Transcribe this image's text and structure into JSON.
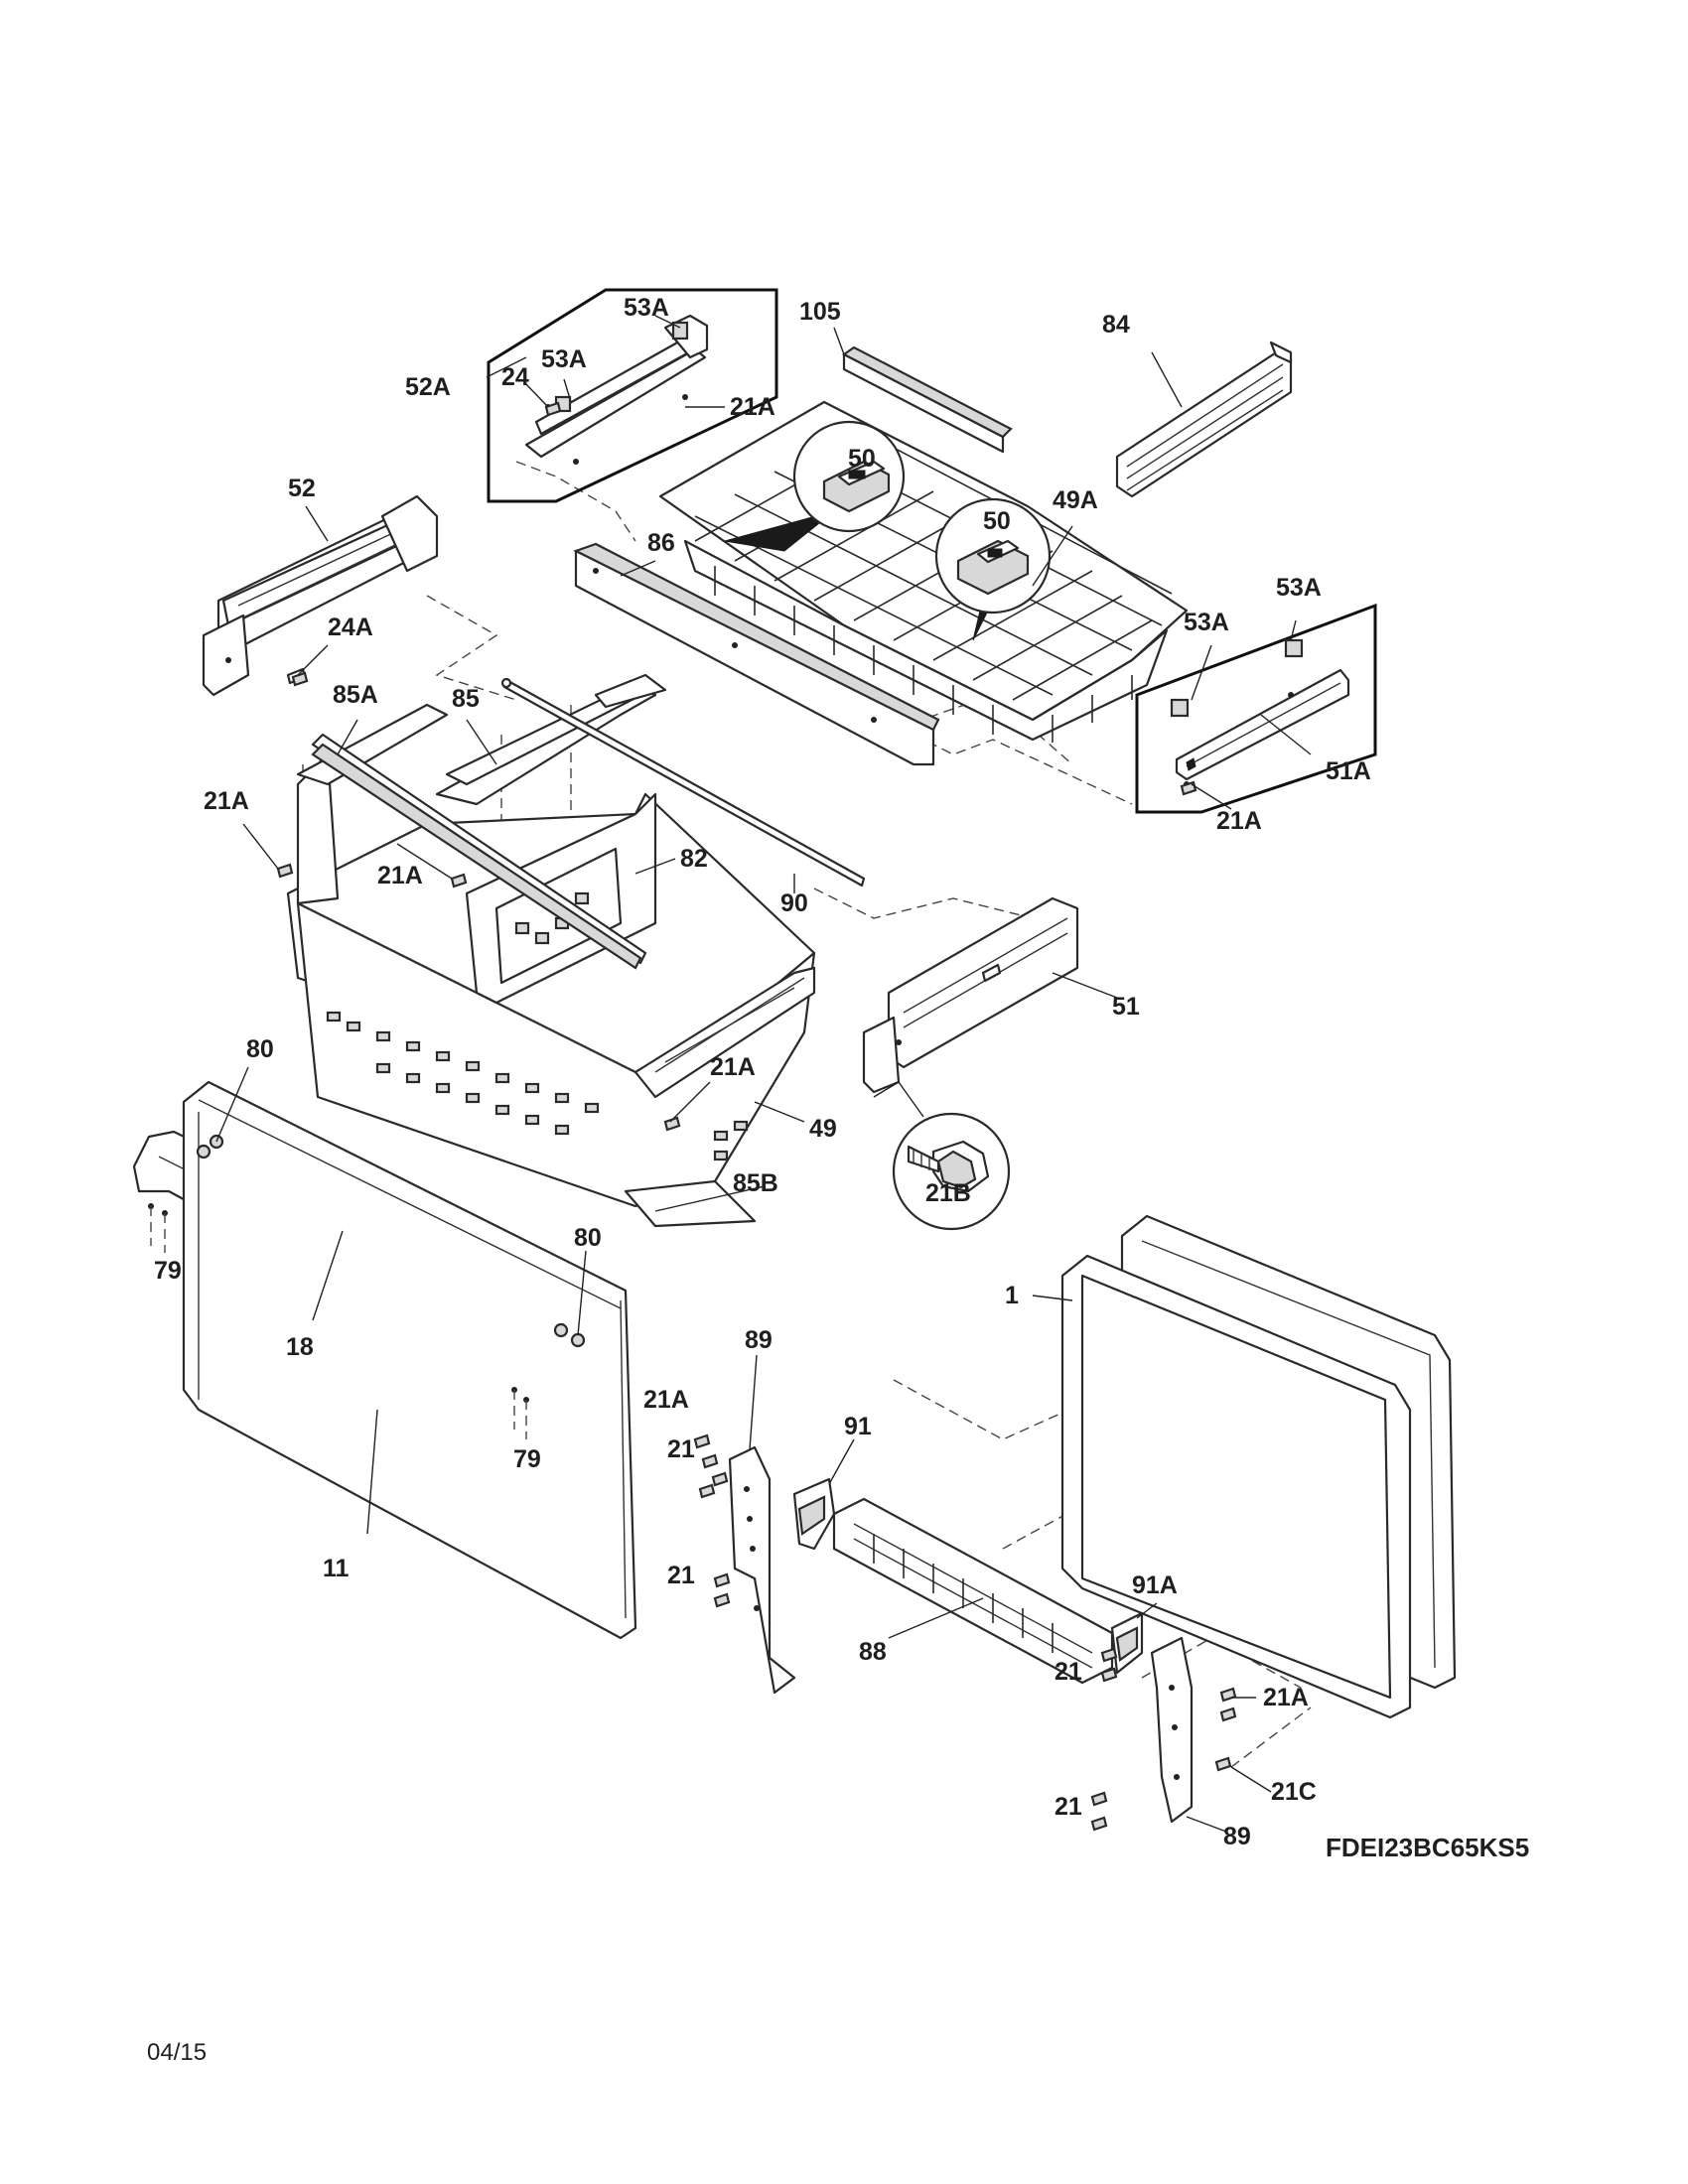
{
  "model_number": "FDEI23BC65KS5",
  "revision_date": "04/15",
  "callouts": {
    "p105": "105",
    "p84": "84",
    "p53a_top": "53A",
    "p53a_mid": "53A",
    "p52a": "52A",
    "p24": "24",
    "p21a_box1": "21A",
    "p52": "52",
    "p24a": "24A",
    "p50_left": "50",
    "p50_right": "50",
    "p49a": "49A",
    "p86": "86",
    "p53a_right_top": "53A",
    "p53a_right": "53A",
    "p51a": "51A",
    "p21a_box2": "21A",
    "p85a": "85A",
    "p85": "85",
    "p21a_left": "21A",
    "p21a_inner": "21A",
    "p82": "82",
    "p90": "90",
    "p51": "51",
    "p80_top": "80",
    "p21a_bin": "21A",
    "p49": "49",
    "p21b": "21B",
    "p85b": "85B",
    "p79_left": "79",
    "p80_right": "80",
    "p18": "18",
    "p79_right": "79",
    "p11": "11",
    "p1": "1",
    "p89_top": "89",
    "p21a_bracket": "21A",
    "p91": "91",
    "p21_upper": "21",
    "p21_lower": "21",
    "p88": "88",
    "p91a": "91A",
    "p21_right": "21",
    "p21a_right": "21A",
    "p21c": "21C",
    "p21_bottom": "21",
    "p89_bottom": "89"
  }
}
